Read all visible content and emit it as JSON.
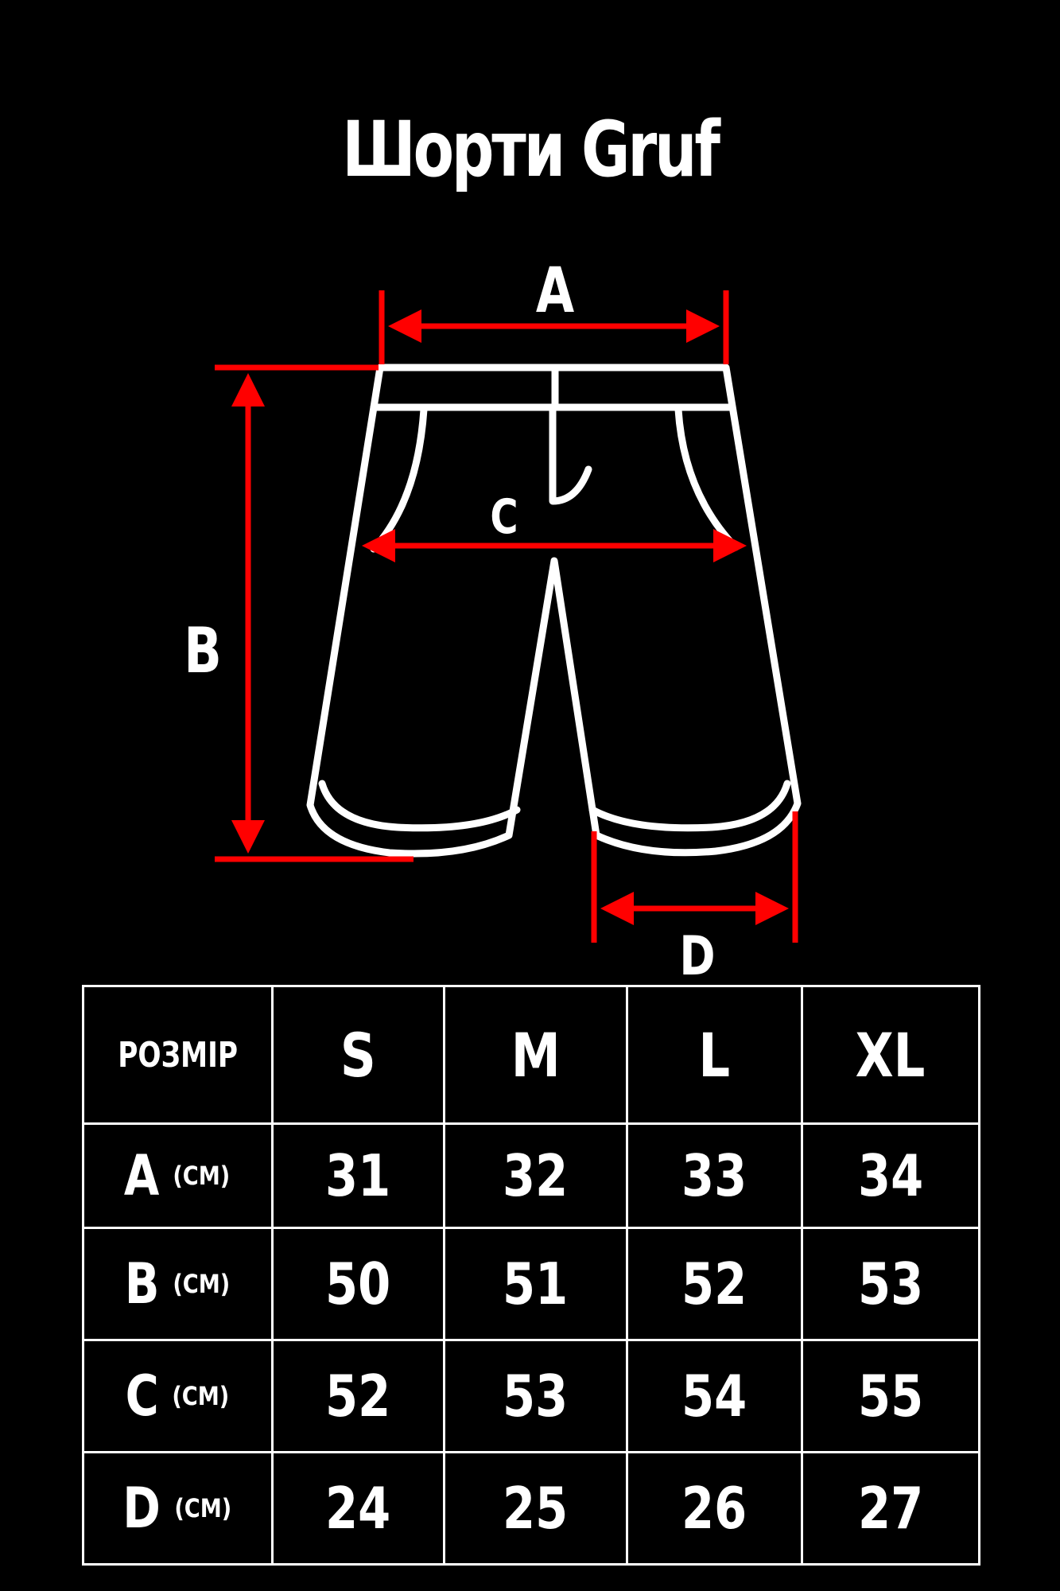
{
  "title": "Шорти Gruf",
  "colors": {
    "background": "#000000",
    "outline": "#ffffff",
    "measure": "#ff0000"
  },
  "diagram": {
    "labels": {
      "a": "A",
      "b": "B",
      "c": "C",
      "d": "D"
    }
  },
  "table": {
    "header_label": "РОЗМІР",
    "sizes": [
      "S",
      "M",
      "L",
      "XL"
    ],
    "rows": [
      {
        "label": "A",
        "unit": "(CM)",
        "values": [
          "31",
          "32",
          "33",
          "34"
        ]
      },
      {
        "label": "B",
        "unit": "(CM)",
        "values": [
          "50",
          "51",
          "52",
          "53"
        ]
      },
      {
        "label": "C",
        "unit": "(CM)",
        "values": [
          "52",
          "53",
          "54",
          "55"
        ]
      },
      {
        "label": "D",
        "unit": "(CM)",
        "values": [
          "24",
          "25",
          "26",
          "27"
        ]
      }
    ]
  }
}
